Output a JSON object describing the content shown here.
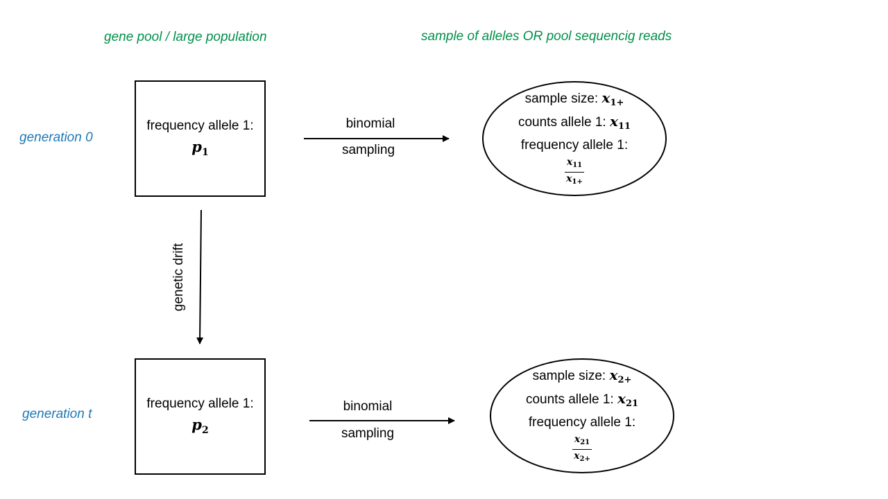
{
  "headers": {
    "left": "gene pool / large population",
    "right": "sample of alleles OR pool sequencig reads"
  },
  "generations": [
    {
      "label": "generation 0",
      "box": {
        "text": "frequency allele 1:",
        "variable": "p",
        "index": "1"
      },
      "arrow": {
        "top": "binomial",
        "bottom": "sampling"
      },
      "sample": {
        "size_label": "sample size:",
        "size_var": "x",
        "size_index": "1+",
        "counts_label": "counts allele 1:",
        "counts_var": "x",
        "counts_index": "11",
        "freq_label": "frequency allele 1:",
        "frac_num_var": "x",
        "frac_num_index": "11",
        "frac_den_var": "x",
        "frac_den_index": "1+"
      }
    },
    {
      "label": "generation t",
      "box": {
        "text": "frequency allele 1:",
        "variable": "p",
        "index": "2"
      },
      "arrow": {
        "top": "binomial",
        "bottom": "sampling"
      },
      "sample": {
        "size_label": "sample size:",
        "size_var": "x",
        "size_index": "2+",
        "counts_label": "counts allele 1:",
        "counts_var": "x",
        "counts_index": "21",
        "freq_label": "frequency allele 1:",
        "frac_num_var": "x",
        "frac_num_index": "21",
        "frac_den_var": "x",
        "frac_den_index": "2+"
      }
    }
  ],
  "drift_label": "genetic drift",
  "colors": {
    "header": "#00904a",
    "generation": "#1f78b4",
    "line": "#000000"
  }
}
